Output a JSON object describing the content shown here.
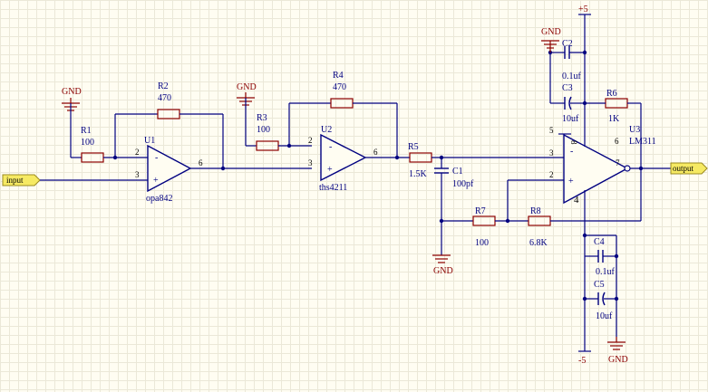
{
  "components": {
    "r1": {
      "ref": "R1",
      "value": "100"
    },
    "r2": {
      "ref": "R2",
      "value": "470"
    },
    "r3": {
      "ref": "R3",
      "value": "100"
    },
    "r4": {
      "ref": "R4",
      "value": "470"
    },
    "r5": {
      "ref": "R5",
      "value": "1.5K"
    },
    "r6": {
      "ref": "R6",
      "value": "1K"
    },
    "r7": {
      "ref": "R7",
      "value": "100"
    },
    "r8": {
      "ref": "R8",
      "value": "6.8K"
    },
    "c1": {
      "ref": "C1",
      "value": "100pf"
    },
    "c2": {
      "ref": "C2",
      "value": "0.1uf"
    },
    "c3": {
      "ref": "C3",
      "value": "10uf"
    },
    "c4": {
      "ref": "C4",
      "value": "0.1uf"
    },
    "c5": {
      "ref": "C5",
      "value": "10uf"
    },
    "u1": {
      "ref": "U1",
      "part": "opa842"
    },
    "u2": {
      "ref": "U2",
      "part": "ths4211"
    },
    "u3": {
      "ref": "U3",
      "part": "LM311"
    }
  },
  "nets": {
    "gnd": "GND",
    "vpos": "+5",
    "vneg": "-5"
  },
  "ports": {
    "input": "input",
    "output": "output"
  },
  "pins": {
    "u1_inv": "2",
    "u1_noninv": "3",
    "u1_out": "6",
    "u2_inv": "2",
    "u2_noninv": "3",
    "u2_out": "6",
    "u3_p5": "5",
    "u3_p3": "3",
    "u3_p2": "2",
    "u3_p6": "6",
    "u3_p7": "7",
    "u3_p4": "4",
    "u3_p8": "8"
  },
  "symbols": {
    "minus": "-",
    "plus": "+"
  }
}
